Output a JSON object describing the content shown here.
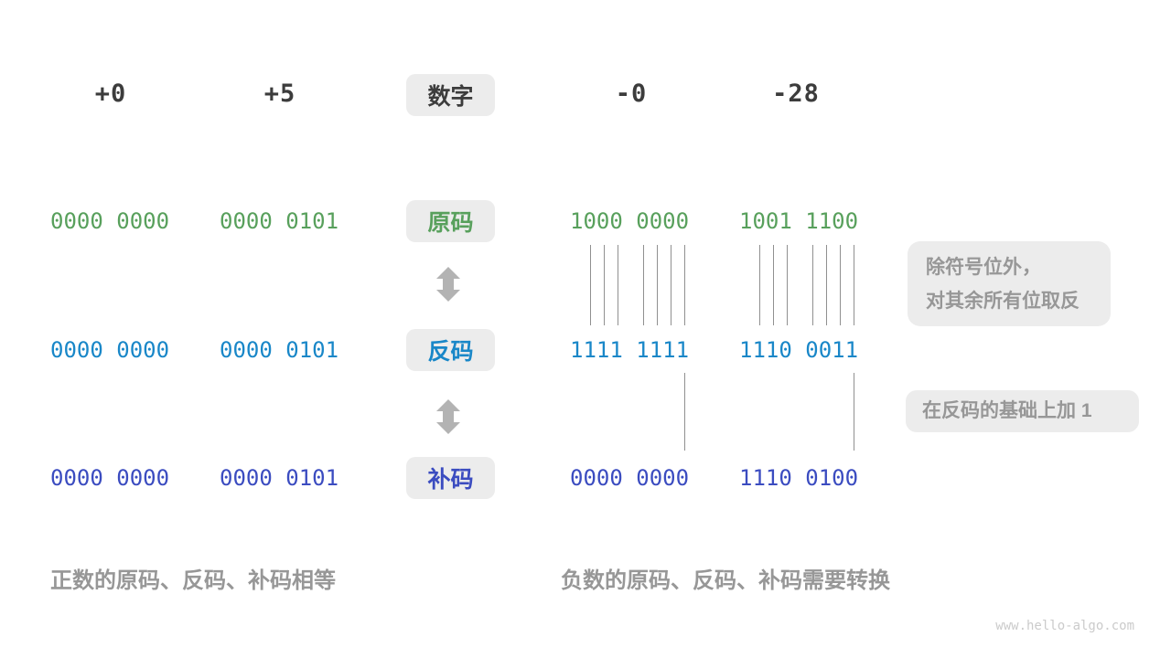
{
  "colors": {
    "ink": "#3C3C3C",
    "green": "#58A05C",
    "blue": "#1987C8",
    "indigo": "#3B4CC0",
    "badge-bg": "#ECECEC",
    "muted": "#979797",
    "line": "#909090",
    "watermark": "#CBCBCB"
  },
  "header": {
    "label": "数字",
    "columns": [
      "+0",
      "+5",
      "-0",
      "-28"
    ]
  },
  "rows": [
    {
      "key": "sign-magnitude",
      "label": "原码",
      "values": [
        "0000 0000",
        "0000 0101",
        "1000 0000",
        "1001 1100"
      ]
    },
    {
      "key": "ones-complement",
      "label": "反码",
      "values": [
        "0000 0000",
        "0000 0101",
        "1111 1111",
        "1110 0011"
      ]
    },
    {
      "key": "twos-complement",
      "label": "补码",
      "values": [
        "0000 0000",
        "0000 0101",
        "0000 0000",
        "1110 0100"
      ]
    }
  ],
  "annotations": {
    "invert": {
      "line1": "除符号位外，",
      "line2": "对其余所有位取反"
    },
    "add_one": "在反码的基础上加 1"
  },
  "captions": {
    "positive": "正数的原码、反码、补码相等",
    "negative": "负数的原码、反码、补码需要转换"
  },
  "meta": {
    "watermark": "www.hello-algo.com"
  }
}
